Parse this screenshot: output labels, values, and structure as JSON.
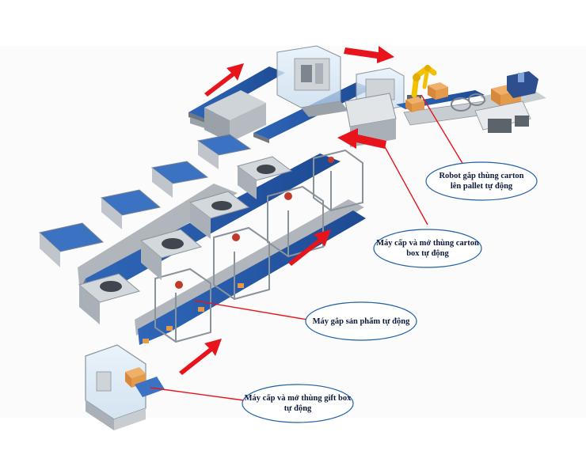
{
  "callouts": {
    "robot_palletizer": "Robot gắp thùng carton\nlên pallet tự động",
    "carton_erector": "Máy cấp và mở thùng carton\nbox tự động",
    "product_picker": "Máy gắp sản phẩm tự động",
    "giftbox_erector": "Máy cấp và mở thùng gift box\ntự động"
  },
  "colors": {
    "arrow": "#e8141c",
    "leader_line": "#e8141c",
    "callout_border": "#1f5fa8",
    "conveyor_belt": "#2455a6",
    "machine_steel": "#b9bec4",
    "robot_arm": "#f2c200",
    "carton": "#e39a4b"
  },
  "icons": [
    "arrow-icon",
    "robot-arm-icon",
    "conveyor-icon",
    "machine-frame-icon",
    "carton-box-icon",
    "pallet-truck-icon"
  ]
}
